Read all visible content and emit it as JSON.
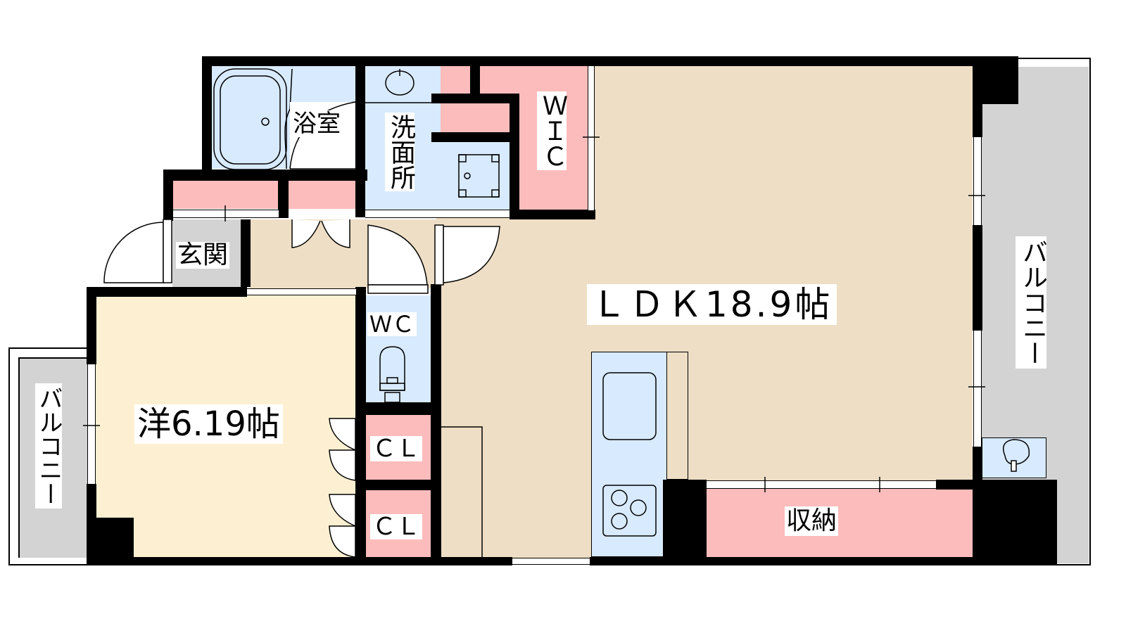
{
  "floorplan": {
    "rooms": {
      "ldk": {
        "label": "ＬＤＫ18.9帖",
        "color": "#eedec5"
      },
      "western_room": {
        "label": "洋6.19帖",
        "color": "#fdf0d2"
      },
      "bathroom": {
        "label": "浴室",
        "color": "#d8eafd"
      },
      "washroom": {
        "label": "洗面所",
        "color": "#d8eafd"
      },
      "wic": {
        "label": "ＷＩＣ",
        "color": "#fdbcbc"
      },
      "entrance": {
        "label": "玄関",
        "color": "#d3d3d3"
      },
      "toilet": {
        "label": "ＷＣ",
        "color": "#d8eafd"
      },
      "closet_1": {
        "label": "ＣＬ",
        "color": "#fdbcbc"
      },
      "closet_2": {
        "label": "ＣＬ",
        "color": "#fdbcbc"
      },
      "storage": {
        "label": "収納",
        "color": "#fdbcbc"
      },
      "balcony_left": {
        "label": "バルコニー",
        "color": "#d3d3d3"
      },
      "balcony_right": {
        "label": "バルコニー",
        "color": "#d3d3d3"
      }
    },
    "fixtures": [
      "bathtub-icon",
      "washbasin-icon",
      "washing-machine-icon",
      "toilet-icon",
      "kitchen-sink-icon",
      "stove-icon",
      "outdoor-faucet-icon"
    ],
    "colors": {
      "wall": "#000000",
      "window": "#ffffff"
    }
  }
}
